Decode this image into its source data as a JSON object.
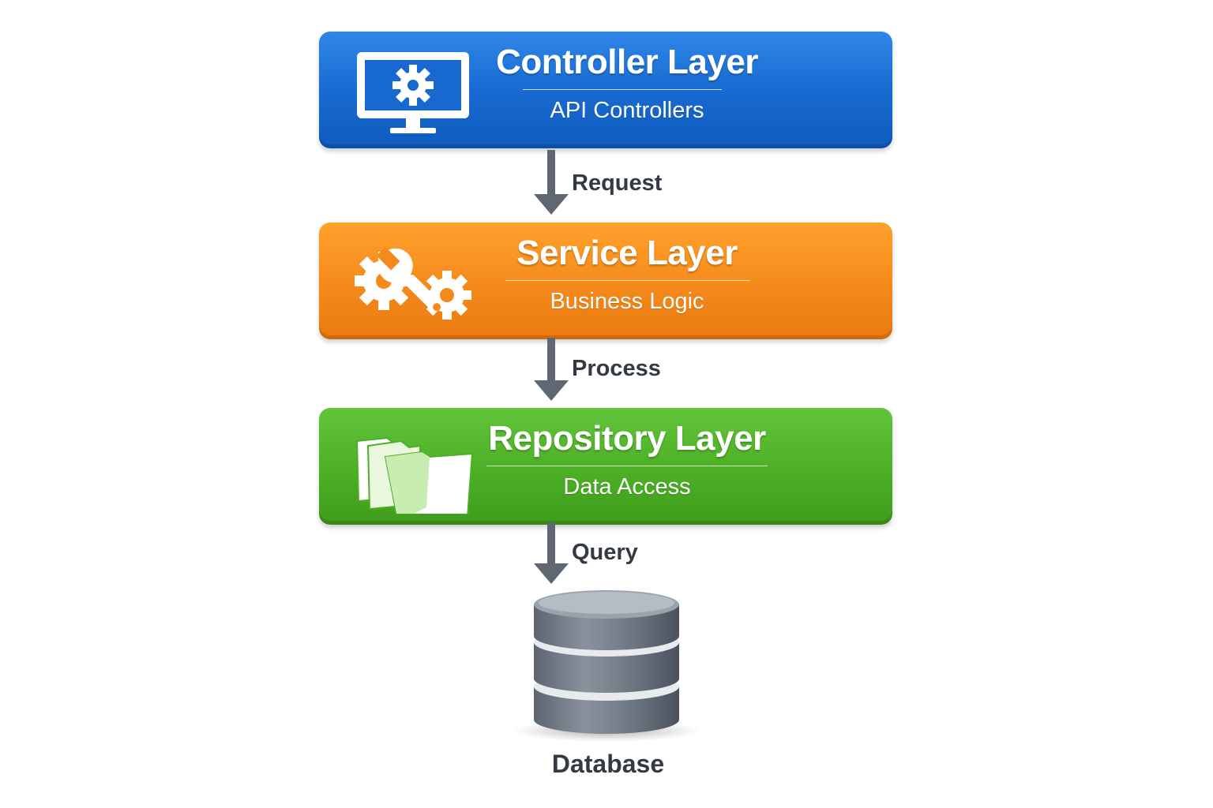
{
  "diagram": {
    "layers": [
      {
        "id": "controller",
        "title": "Controller Layer",
        "subtitle": "API Controllers",
        "icon": "monitor-gear-icon",
        "color": "#1769cf"
      },
      {
        "id": "service",
        "title": "Service Layer",
        "subtitle": "Business Logic",
        "icon": "gear-wrench-icon",
        "color": "#f5891a"
      },
      {
        "id": "repository",
        "title": "Repository Layer",
        "subtitle": "Data Access",
        "icon": "folders-icon",
        "color": "#4caf25"
      }
    ],
    "arrows": [
      {
        "label": "Request"
      },
      {
        "label": "Process"
      },
      {
        "label": "Query"
      }
    ],
    "database": {
      "label": "Database",
      "icon": "database-icon",
      "color": "#6b7580"
    },
    "arrow_color": "#5f6772"
  }
}
